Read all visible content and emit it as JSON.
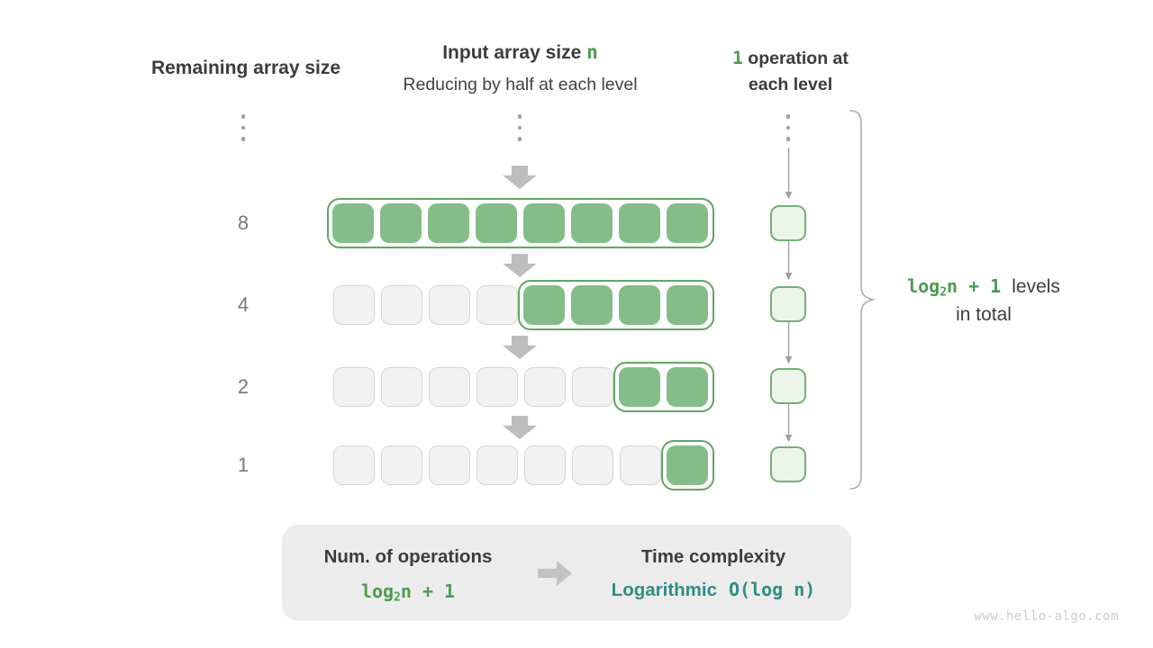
{
  "title_columns": {
    "remaining": "Remaining array size",
    "input_title_prefix": "Input array size ",
    "input_title_n": "n",
    "input_subtitle": "Reducing by half at each level",
    "operations_count": "1",
    "operations_line1_rest": " operation at",
    "operations_line2": "each level"
  },
  "levels": {
    "rows": [
      {
        "remaining_size": "8",
        "total_cells": 8,
        "active_cells": 8
      },
      {
        "remaining_size": "4",
        "total_cells": 8,
        "active_cells": 4
      },
      {
        "remaining_size": "2",
        "total_cells": 8,
        "active_cells": 2
      },
      {
        "remaining_size": "1",
        "total_cells": 8,
        "active_cells": 1
      }
    ]
  },
  "brace_annotation": {
    "formula_log": "log",
    "formula_sub": "2",
    "formula_rest": "n + 1",
    "label_line1": "levels",
    "label_line2": "in total"
  },
  "summary_panel": {
    "operations_title": "Num. of operations",
    "operations_formula_log": "log",
    "operations_formula_sub": "2",
    "operations_formula_rest": "n + 1",
    "complexity_title": "Time complexity",
    "complexity_name": "Logarithmic",
    "complexity_notation": "O(log n)"
  },
  "watermark": "www.hello-algo.com",
  "colors": {
    "green_box": "#85BD88",
    "green_border": "#5EA763",
    "green_border_light": "#74B077",
    "light_green": "#ECF5EA",
    "green_text": "#4D9A51",
    "teal_text": "#2E8C87",
    "gray_box": "#F2F2F2",
    "gray_box_border": "#D5D5D5",
    "arrow_gray": "#BDBDBD",
    "line_gray": "#9E9E9E",
    "text_dark": "#3C3C3C",
    "text_gray": "#7A7A7A",
    "panel_bg": "#ECECEC",
    "brace_gray": "#ABABAB",
    "watermark_gray": "#CBCBCB"
  }
}
